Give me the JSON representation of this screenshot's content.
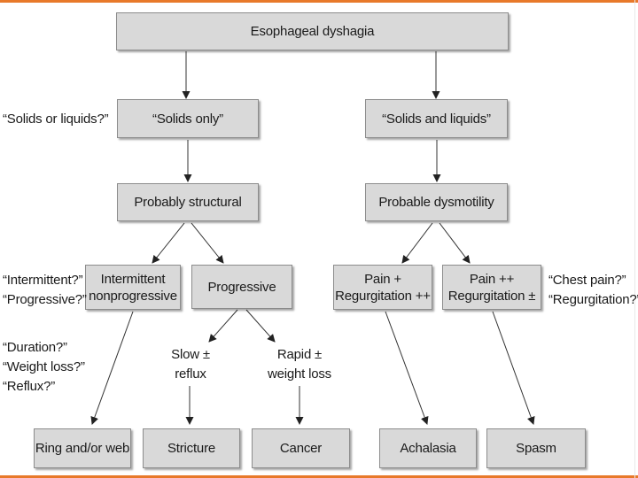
{
  "boxes": {
    "root": "Esophageal dyshagia",
    "solids_only": "“Solids only”",
    "solids_and_liquids": "“Solids and liquids”",
    "structural": "Probably structural",
    "dysmotility": "Probable dysmotility",
    "intermittent": [
      "Intermittent",
      "nonprogressive"
    ],
    "progressive": "Progressive",
    "pain_plus": [
      "Pain +",
      "Regurgitation ++"
    ],
    "pain_plusplus": [
      "Pain ++",
      "Regurgitation ±"
    ],
    "ring_web": "Ring and/or web",
    "stricture": "Stricture",
    "cancer": "Cancer",
    "achalasia": "Achalasia",
    "spasm": "Spasm"
  },
  "questions": {
    "solids_or_liquids": "“Solids or liquids?”",
    "intermittent": [
      "“Intermittent?”",
      "“Progressive?”"
    ],
    "duration": [
      "“Duration?”",
      "“Weight loss?”",
      "“Reflux?”"
    ],
    "chest_pain": [
      "“Chest pain?”",
      "“Regurgitation?”"
    ]
  },
  "branch_labels": {
    "slow": [
      "Slow ±",
      "reflux"
    ],
    "rapid": [
      "Rapid ±",
      "weight loss"
    ]
  }
}
